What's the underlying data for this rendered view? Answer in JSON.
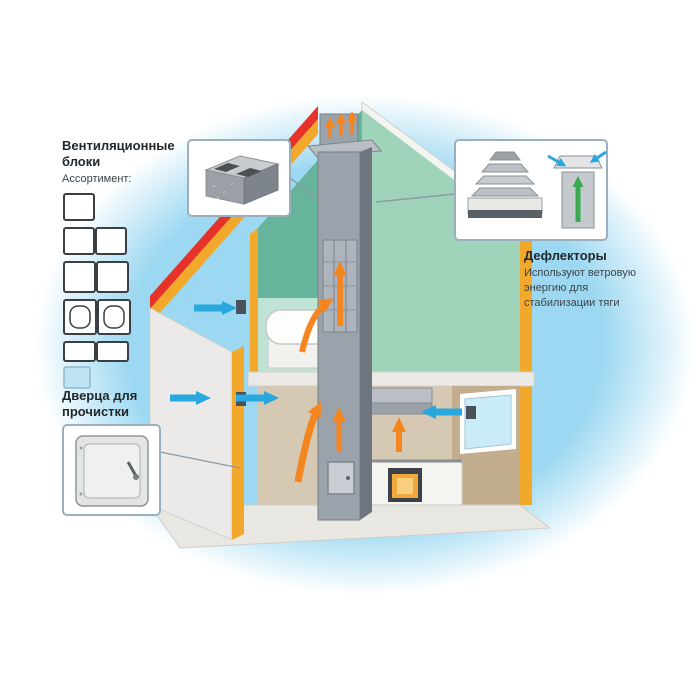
{
  "labels": {
    "vent_blocks_title": "Вентиляционные блоки",
    "vent_blocks_subtitle": "Ассортимент:",
    "cleanout_door_title": "Дверца для прочистки",
    "deflectors_title": "Дефлекторы",
    "deflectors_desc": "Используют ветровую энергию для стабилизации тяги"
  },
  "colors": {
    "halo_blue": "#9cd8f1",
    "roof_red": "#e63228",
    "insulation_orange": "#f2a82a",
    "airflow_orange": "#f5861f",
    "intake_blue": "#29a8df",
    "attic_green": "#67b49c",
    "gable_green": "#9fd3ba",
    "chimney_gray": "#9aa2ab",
    "wall_beige": "#d6c9b4",
    "inset_border": "#9ab0bf"
  }
}
